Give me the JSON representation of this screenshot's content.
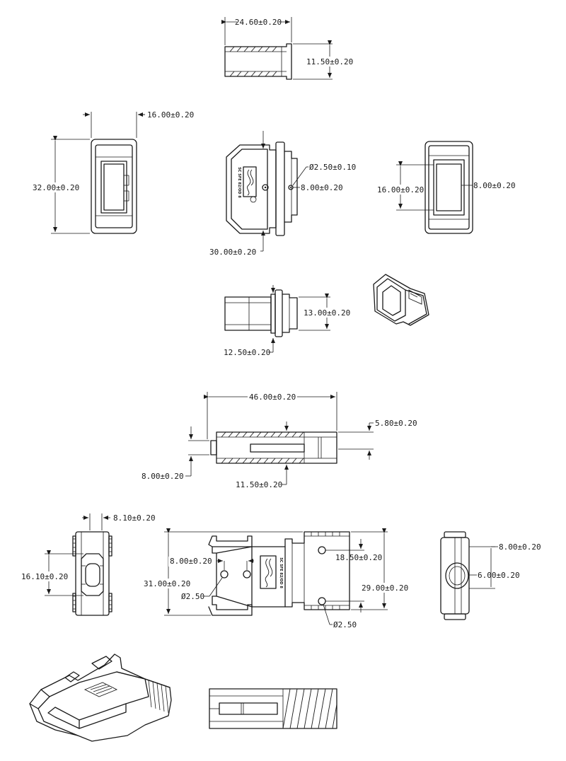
{
  "dimensions": {
    "top_width": "24.60±0.20",
    "top_height": "11.50±0.20",
    "front_width": "16.00±0.20",
    "front_height": "32.00±0.20",
    "hole_dia_main": "Ø2.50±0.10",
    "hole_offset_main": "8.00±0.20",
    "side_width": "30.00±0.20",
    "rear_height": "16.00±0.20",
    "rear_width": "8.00±0.20",
    "bottom_height": "13.00±0.20",
    "bottom_width": "12.50±0.20",
    "long_length": "46.00±0.20",
    "long_right": "5.80±0.20",
    "long_left": "8.00±0.20",
    "long_mid": "11.50±0.20",
    "ins_front_top": "8.10±0.20",
    "ins_front_height": "16.10±0.20",
    "ins_hole_offset": "8.00±0.20",
    "ins_height": "31.00±0.20",
    "ins_hole_left": "Ø2.50",
    "ins_hole_pitch": "18.50±0.20",
    "ins_total": "29.00±0.20",
    "ins_hole_right": "Ø2.50",
    "ins_side_top": "8.00±0.20",
    "ins_side_mid": "6.00±0.20"
  }
}
